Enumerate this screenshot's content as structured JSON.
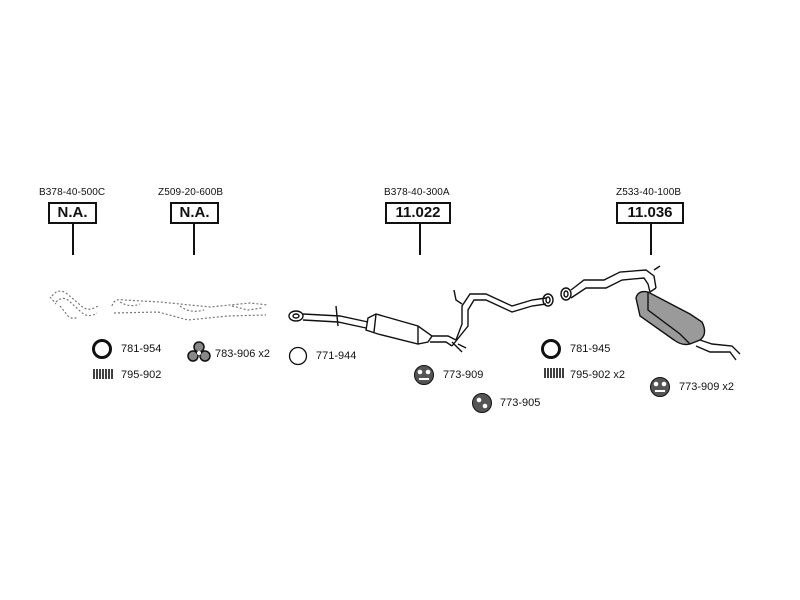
{
  "assemblies": [
    {
      "code": "B378-40-500C",
      "price": "N.A."
    },
    {
      "code": "Z509-20-600B",
      "price": "N.A."
    },
    {
      "code": "B378-40-300A",
      "price": "11.022"
    },
    {
      "code": "Z533-40-100B",
      "price": "11.036"
    }
  ],
  "parts": [
    {
      "number": "781-954",
      "icon": "gasket-ring-icon"
    },
    {
      "number": "795-902",
      "icon": "spring-icon"
    },
    {
      "number": "783-906 x2",
      "icon": "rubber-hanger-icon"
    },
    {
      "number": "771-944",
      "icon": "seal-ring-icon"
    },
    {
      "number": "773-909",
      "icon": "rubber-mount-icon"
    },
    {
      "number": "773-905",
      "icon": "rubber-mount-icon"
    },
    {
      "number": "781-945",
      "icon": "gasket-ring-icon"
    },
    {
      "number": "795-902 x2",
      "icon": "spring-icon"
    },
    {
      "number": "773-909 x2",
      "icon": "rubber-mount-icon"
    }
  ],
  "colors": {
    "line": "#111111",
    "part_fill": "#888888",
    "dotted": "#777777"
  }
}
